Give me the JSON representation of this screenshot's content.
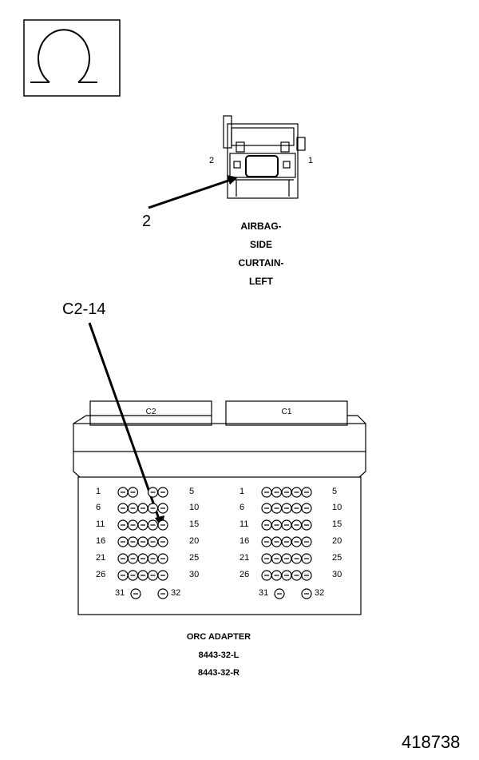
{
  "ohm_icon": "omega-resistance-symbol",
  "airbag_connector": {
    "pin_left": "2",
    "pin_right": "1",
    "callout": "2",
    "caption_lines": [
      "AIRBAG-",
      "SIDE",
      "CURTAIN-",
      "LEFT"
    ]
  },
  "orc_adapter": {
    "callout": "C2-14",
    "header_left": "C2",
    "header_right": "C1",
    "row_start_labels": [
      "1",
      "6",
      "11",
      "16",
      "21",
      "26"
    ],
    "row_end_labels": [
      "5",
      "10",
      "15",
      "20",
      "25",
      "30"
    ],
    "bottom_left_label": "31",
    "bottom_right_label": "32",
    "caption_lines": [
      "ORC ADAPTER",
      "8443-32-L",
      "8443-32-R"
    ]
  },
  "figure_id": "418738"
}
